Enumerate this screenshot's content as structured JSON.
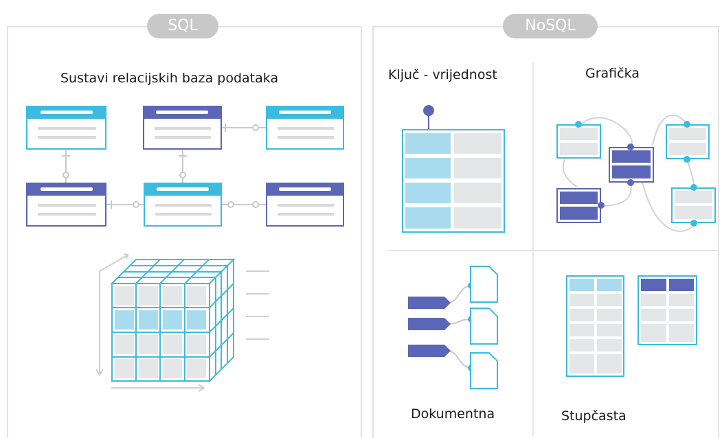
{
  "sql": {
    "tag": "SQL",
    "title": "Sustavi relacijskih baza podataka"
  },
  "nosql": {
    "tag": "NoSQL",
    "types": {
      "key_value": "Ključ - vrijednost",
      "graph": "Grafička",
      "document": "Dokumentna",
      "column": "Stupčasta"
    }
  },
  "colors": {
    "cyan": "#3bbbe0",
    "indigo": "#5b66b6",
    "light_cyan": "#a9dbef",
    "grey_cell": "#e5e6e8",
    "border": "#e2e2e2",
    "pill": "#c8c8c8"
  },
  "icons": {
    "relational_schema": "table-relations-diagram",
    "cube": "data-cube-icon",
    "key_value": "key-value-table-icon",
    "graph": "graph-nodes-icon",
    "document": "document-store-icon",
    "column": "column-store-icon"
  }
}
